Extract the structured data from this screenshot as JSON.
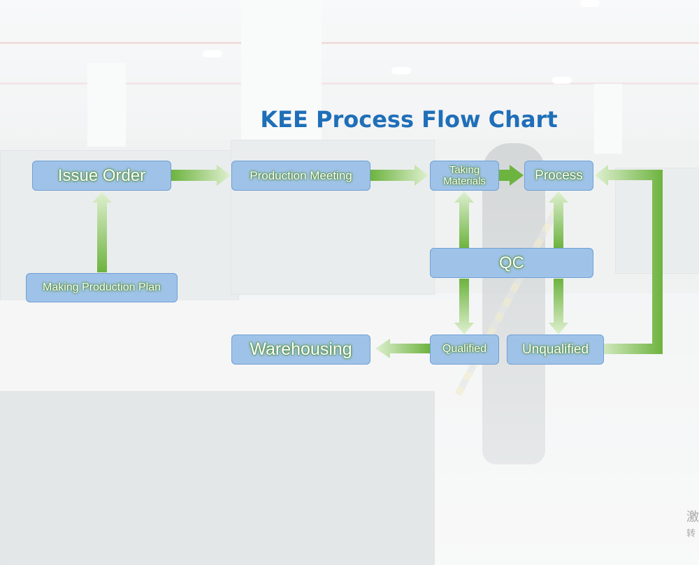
{
  "title": "KEE Process Flow Chart",
  "nodes": {
    "issue_order": "Issue Order",
    "production_meeting": "Production Meeting",
    "taking_materials_line1": "Taking",
    "taking_materials_line2": "Materials",
    "process": "Process",
    "making_production_plan": "Making Production Plan",
    "qc": "QC",
    "warehousing": "Warehousing",
    "qualified": "Qualified",
    "unqualified": "Unqualified"
  },
  "watermark": {
    "line1": "激",
    "line2": "转"
  },
  "colors": {
    "box_fill": "#9fc3e8",
    "box_border": "#6f9fd4",
    "arrow_green": "#6db33f",
    "title_blue": "#1f6fb8"
  }
}
